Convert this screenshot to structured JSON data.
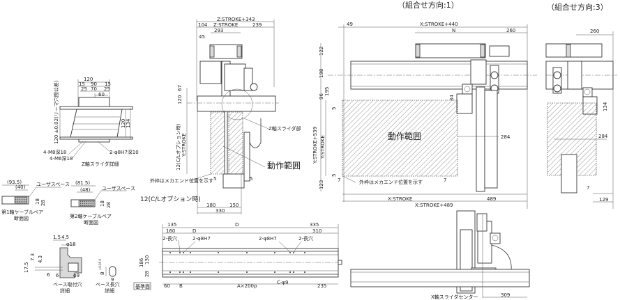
{
  "headers": {
    "combo_dir_1": "（組合せ方向:1）",
    "combo_dir_3": "（組合せ方向:3）"
  },
  "z_slider_detail": {
    "title": "Z軸スライダ詳細",
    "dim_120": "120",
    "dim_15a": "15",
    "dim_90": "90",
    "dim_15b": "15",
    "dim_25a": "25",
    "dim_70": "70",
    "dim_25b": "25",
    "dim_60": "60",
    "dim_ream": "120 ±0.02(リーマ穴間公差)",
    "dim_120v": "120",
    "dim_134v": "134",
    "tap_m8": "4-M8深18",
    "tap_m6": "4-M6深18",
    "pin_hole": "2-φ8H7深10"
  },
  "cable_bear_1": {
    "title": "第1軸ケーブルベア",
    "subtitle": "断面図",
    "outer": "(93.5)",
    "inner": "(40)",
    "user_space": "ユーザスペース",
    "h18": "18",
    "h28": "28"
  },
  "cable_bear_2": {
    "title": "第2軸ケーブルベア",
    "subtitle": "断面図",
    "outer": "(81.5)",
    "inner": "(48)",
    "user_space": "ユーザスペース",
    "h18": "18",
    "h28": "28"
  },
  "base_hole": {
    "title": "ベース取付穴",
    "subtitle": "詳細",
    "d15": "1.5",
    "d45": "4.5",
    "phi18": "φ18",
    "v175": "17.5",
    "v73": "7.3",
    "v43": "4.3",
    "b6a": "6",
    "b6b": "6",
    "phi9": "φ9"
  },
  "base_slot": {
    "title": "ベース長穴",
    "subtitle": "詳細",
    "v8": "8",
    "tol": "+0.05 0",
    "w9": "9"
  },
  "base_plan": {
    "d135": "135",
    "dD1": "D",
    "d335": "335",
    "d160": "160",
    "dD2": "D",
    "d310": "310",
    "slot_l": "2-長穴",
    "pin_l": "2-φ8H7",
    "pin_r": "2-φ8H7",
    "slot_r": "2-長穴",
    "v186": "186",
    "v130": "130",
    "v28": "28",
    "datum": "基準面",
    "b60": "60",
    "bB": "B",
    "bA": "A×200p",
    "bC": "C-φ9",
    "b235": "235"
  },
  "side_view": {
    "z_total": "Z:STROKE+343",
    "d104": "104",
    "z_stroke": "Z:STROKE",
    "d239": "239",
    "d293": "293",
    "d45": "45",
    "v67": "67",
    "v120": "120",
    "v12cl": "12(C/Lオプション時)",
    "y_stroke": "Y:STROKE",
    "z_slider": "Z軸スライダ部",
    "range": "動作範囲",
    "mech_end": "外枠はメカエンド位置を示す",
    "d5a": "5",
    "d5b": "5",
    "h12cl": "12(C/Lオプション時)",
    "d180": "180",
    "d150": "150",
    "d330": "330"
  },
  "top_view_1": {
    "d49": "49",
    "x_total": "X:STROKE+440",
    "dN": "N",
    "d260": "260",
    "v122": "122",
    "v198": "198",
    "v96": "96",
    "v195": "195",
    "v5a": "5",
    "v34": "34",
    "y_total": "Y:STROKE+539",
    "y_stroke": "Y:STROKE",
    "range": "動作範囲",
    "d284": "284",
    "v5b": "5",
    "v123": "123",
    "d7a": "7",
    "mech_end": "外枠はメカエンド位置を示す",
    "d7b": "7",
    "x_stroke": "X:STROKE",
    "d489": "489",
    "x_total2": "X:STROKE+489"
  },
  "top_view_3": {
    "d260": "260",
    "v134": "134",
    "d284": "284",
    "d7": "7",
    "d129": "129"
  },
  "front_view": {
    "x_slider_center": "X軸スライダセンター",
    "d309": "309"
  }
}
